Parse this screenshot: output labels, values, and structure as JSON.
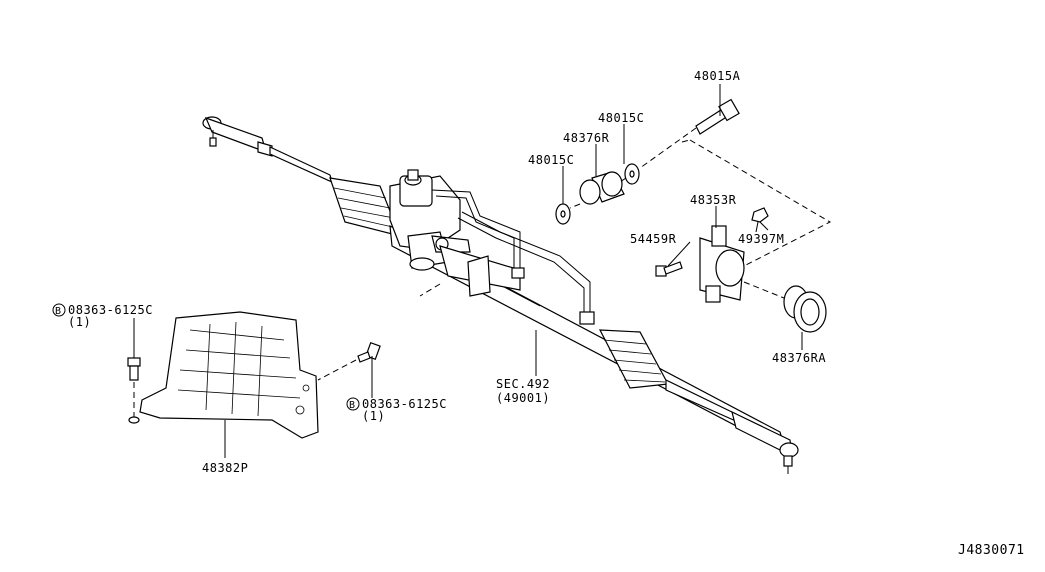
{
  "labels": {
    "p48015A": "48015A",
    "p48015C_top": "48015C",
    "p48376R": "48376R",
    "p48015C_left": "48015C",
    "p48353R": "48353R",
    "p54459R": "54459R",
    "p49397M": "49397M",
    "p48376RA": "48376RA",
    "sec_line1": "SEC.492",
    "sec_line2": "(49001)",
    "p48382P": "48382P",
    "bolt_left_code": "08363-6125C",
    "bolt_left_qty": "(1)",
    "bolt_right_code": "08363-6125C",
    "bolt_right_qty": "(1)",
    "bolt_marker": "B",
    "diagram_id": "J4830071"
  },
  "icons": [
    "bolt-marker-b-icon",
    "steering-rack-drawing",
    "splash-shield-drawing"
  ]
}
